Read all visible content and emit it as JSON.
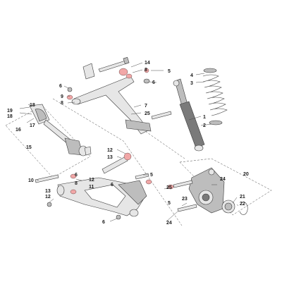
{
  "callouts": {
    "c1": "1",
    "c2": "2",
    "c3": "3",
    "c4": "4",
    "c5a": "5",
    "c5b": "5",
    "c5c": "5",
    "c6a": "6",
    "c6b": "6",
    "c6c": "6",
    "c6d": "6",
    "c6e": "6",
    "c7": "7",
    "c8a": "8",
    "c8b": "8",
    "c9": "9",
    "c10": "10",
    "c11": "11",
    "c12a": "12",
    "c12b": "12",
    "c12c": "12",
    "c13a": "13",
    "c13b": "13",
    "c14": "14",
    "c15": "15",
    "c16": "16",
    "c17": "17",
    "c18": "18",
    "c19": "19",
    "c20": "20",
    "c21": "21",
    "c22": "22",
    "c23": "23",
    "c24a": "24",
    "c24b": "24",
    "c25a": "25",
    "c25b": "25"
  },
  "colors": {
    "highlight": "#f1a7a7",
    "outline": "#3a3a3a",
    "metal_light": "#e6e6e6",
    "metal_mid": "#bdbdbd"
  }
}
